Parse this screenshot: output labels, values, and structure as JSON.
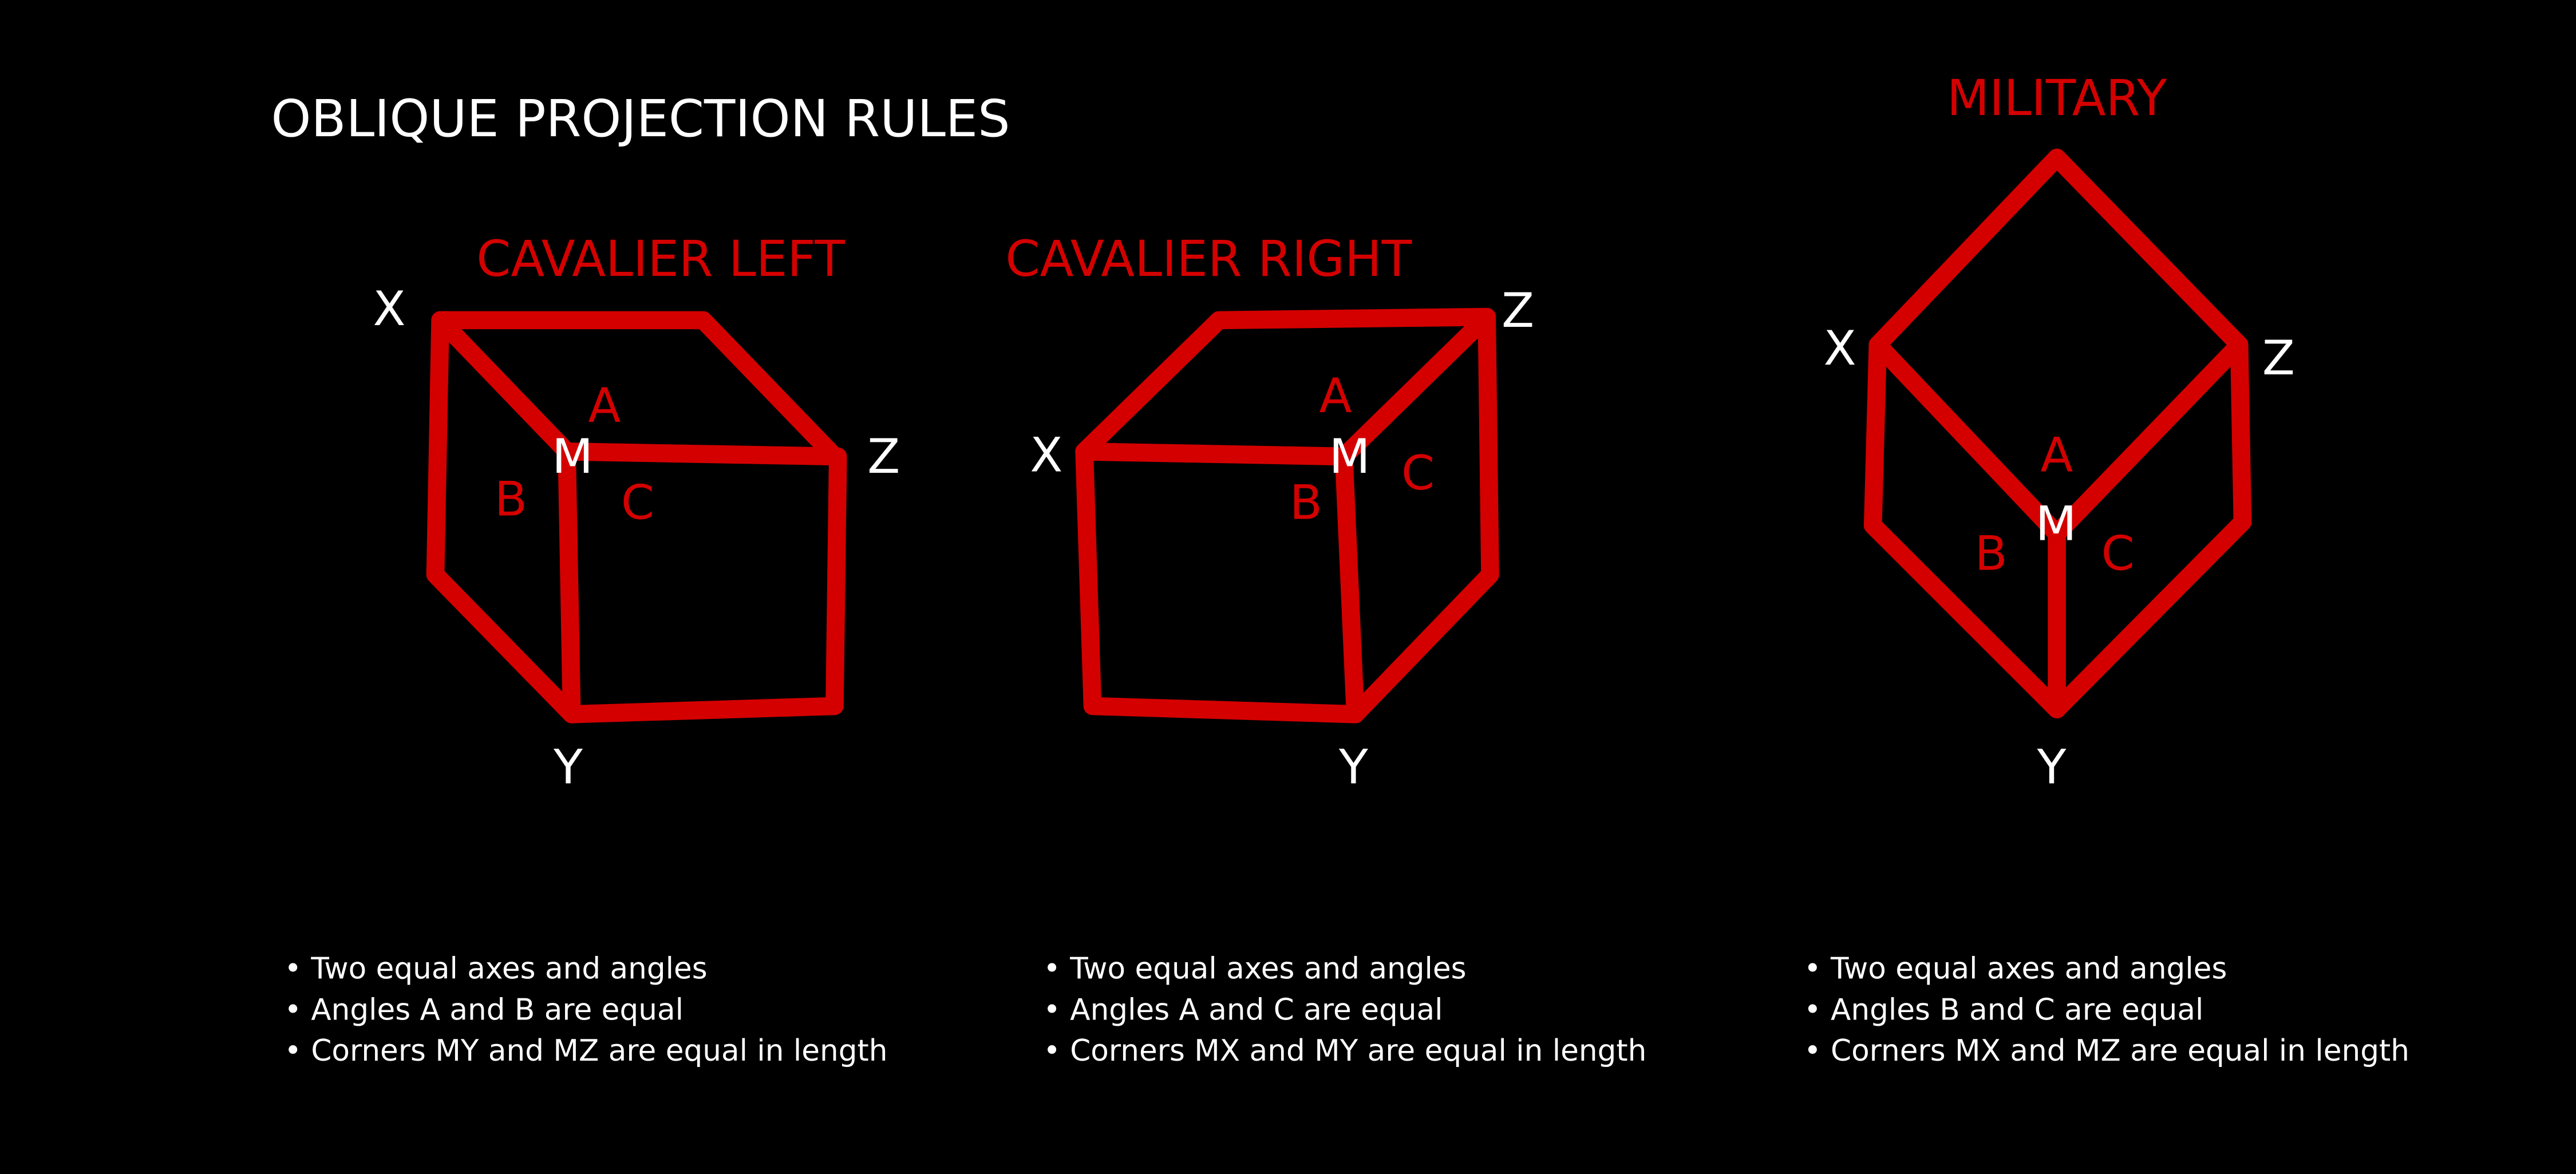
{
  "title": "OBLIQUE PROJECTION RULES",
  "colors": {
    "background": "#000000",
    "accent": "#d40000",
    "text": "#ffffff"
  },
  "diagrams": [
    {
      "heading": "CAVALIER LEFT",
      "vertices": {
        "x": "X",
        "m": "M",
        "z": "Z",
        "y": "Y"
      },
      "angles": {
        "a": "A",
        "b": "B",
        "c": "C"
      },
      "bullets": [
        "• Two equal axes and angles",
        "• Angles A and B are equal",
        "• Corners MY and MZ are equal in length"
      ]
    },
    {
      "heading": "CAVALIER RIGHT",
      "vertices": {
        "x": "X",
        "m": "M",
        "z": "Z",
        "y": "Y"
      },
      "angles": {
        "a": "A",
        "b": "B",
        "c": "C"
      },
      "bullets": [
        "• Two equal axes and angles",
        "• Angles A and C are equal",
        "• Corners MX and MY are equal in length"
      ]
    },
    {
      "heading": "MILITARY",
      "vertices": {
        "x": "X",
        "m": "M",
        "z": "Z",
        "y": "Y"
      },
      "angles": {
        "a": "A",
        "b": "B",
        "c": "C"
      },
      "bullets": [
        "• Two equal axes and angles",
        "• Angles B and C are equal",
        "• Corners MX and MZ are equal in length"
      ]
    }
  ]
}
